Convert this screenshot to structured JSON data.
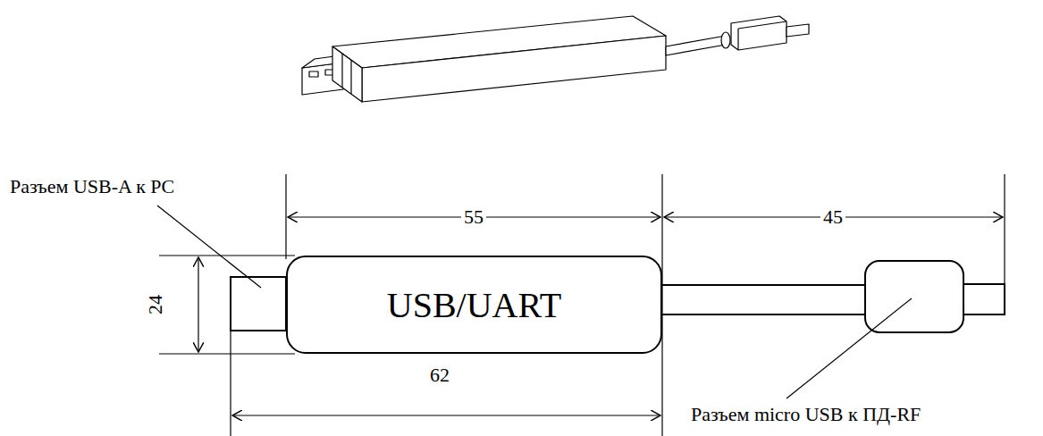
{
  "diagram": {
    "nodes": [
      {
        "text": [
          "USB/UART"
        ]
      }
    ],
    "labels": [
      "Разъем USB-A к PC",
      "55",
      "45",
      "24",
      "62",
      "Разъем micro USB к ПД-RF"
    ]
  }
}
